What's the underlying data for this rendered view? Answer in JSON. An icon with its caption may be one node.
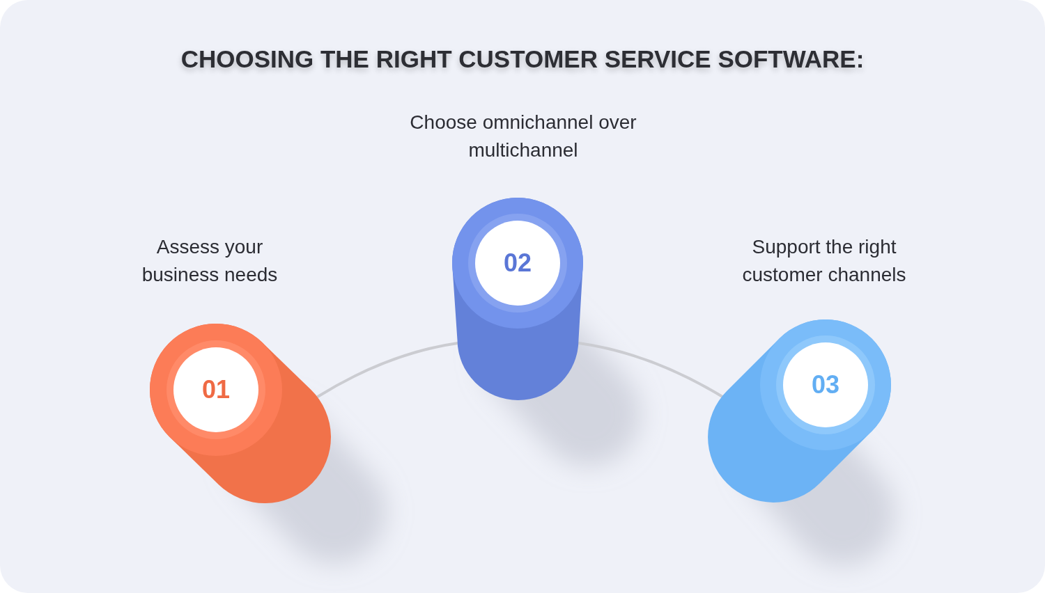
{
  "diagram": {
    "title": "CHOOSING THE RIGHT CUSTOMER SERVICE SOFTWARE:",
    "nodes": [
      {
        "text": [
          "01"
        ],
        "beside": [
          "Assess your business needs"
        ]
      },
      {
        "text": [
          "02"
        ],
        "beside": [
          "Choose omnichannel over multichannel"
        ]
      },
      {
        "text": [
          "03"
        ],
        "beside": [
          "Support the right customer channels"
        ]
      }
    ],
    "edges": [
      {
        "from": 0,
        "to": 1,
        "arrow": "none"
      },
      {
        "from": 1,
        "to": 2,
        "arrow": "none"
      }
    ]
  }
}
